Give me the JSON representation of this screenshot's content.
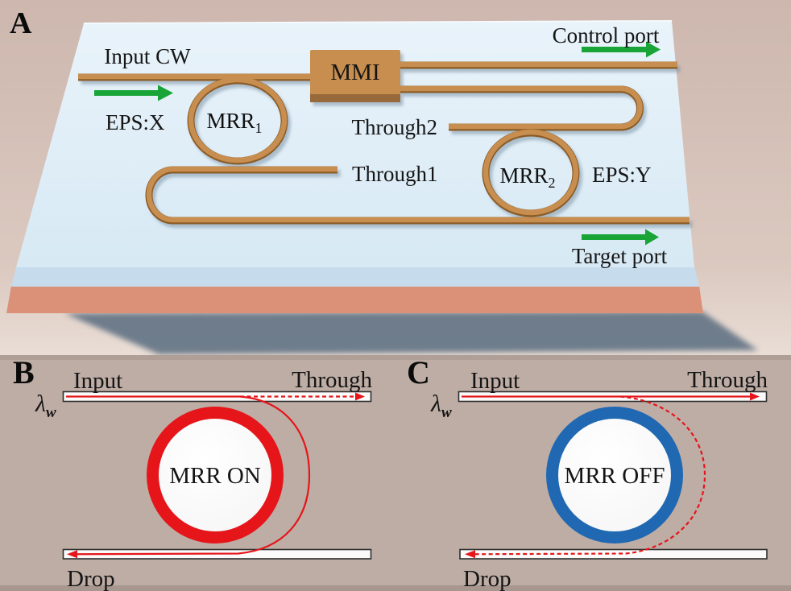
{
  "figure": {
    "panel_a": {
      "label": "A",
      "labels": {
        "input_cw": "Input CW",
        "eps_x": "EPS:X",
        "mmi": "MMI",
        "control_port": "Control port",
        "through2": "Through2",
        "through1": "Through1",
        "eps_y": "EPS:Y",
        "target_port": "Target port",
        "mrr1_main": "MRR",
        "mrr1_sub": "1",
        "mrr2_main": "MRR",
        "mrr2_sub": "2"
      },
      "colors": {
        "background_top": "#cdb7ae",
        "background_bottom": "#e9ddd5",
        "chip_surface": "#dfeef8",
        "chip_front_blue": "#c6dbec",
        "substrate_salmon": "#da9177",
        "chip_shadow": "#5a6d80",
        "waveguide": "#c78e4f",
        "waveguide_dark": "#8a5c28",
        "mmi_front": "#97693a",
        "label_blue": "#2465ab",
        "arrow_green": "#18a437"
      }
    },
    "panel_b": {
      "label": "B",
      "lambda": "λ",
      "lambda_sub": "w",
      "input": "Input",
      "through": "Through",
      "drop": "Drop",
      "ring_label": "MRR ON",
      "ring_color": "#e5151a"
    },
    "panel_c": {
      "label": "C",
      "lambda": "λ",
      "lambda_sub": "w",
      "input": "Input",
      "through": "Through",
      "drop": "Drop",
      "ring_label": "MRR OFF",
      "ring_color": "#2068b2"
    },
    "schematic_colors": {
      "background": "#beada5",
      "bar_fill": "#fafafa",
      "bar_stroke": "#2e2e2e",
      "light_path_red": "#e5151a"
    }
  }
}
